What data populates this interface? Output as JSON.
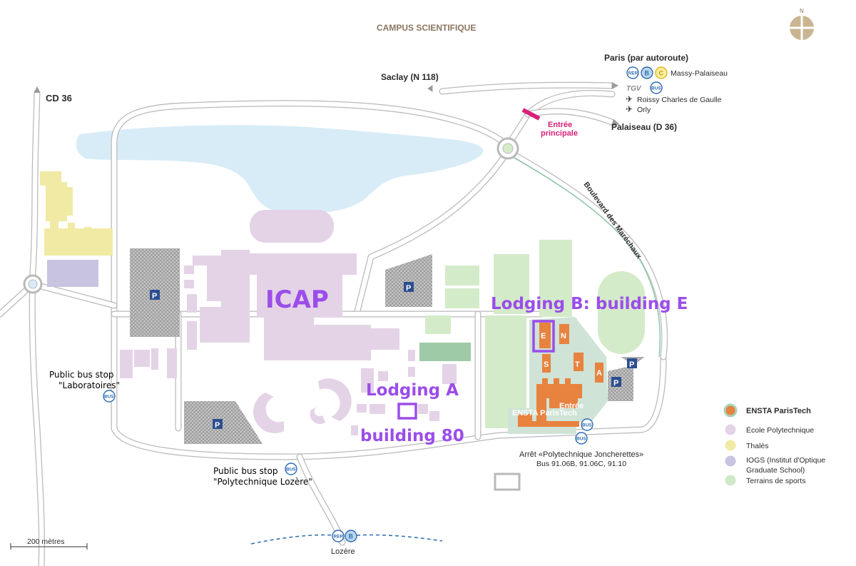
{
  "map": {
    "title": "CAMPUS SCIENTIFIQUE",
    "compass_north": "N",
    "scale_label": "200 mètres",
    "roads": {
      "cd36": "CD 36",
      "saclay": "Saclay (N 118)",
      "paris": "Paris (par autoroute)",
      "palaiseau": "Palaiseau (D 36)",
      "boulevard": "Boulevard des Maréchaux"
    },
    "transit": {
      "rer": "RER",
      "b": "B",
      "c": "C",
      "massy": "Massy-Palaiseau",
      "tgv": "TGV",
      "bus": "BUS",
      "roissy": "Roissy Charles de Gaulle",
      "orly": "Orly"
    },
    "entrances": {
      "main_line1": "Entrée",
      "main_line2": "principale",
      "ensta_entree": "Entrée"
    },
    "places": {
      "icap": "ICAP",
      "lodging_b": "Lodging B: building E",
      "lodging_a_line1": "Lodging A",
      "lodging_a_line2": "building 80",
      "ensta": "ENSTA ParisTech",
      "parking": "P",
      "buildings": [
        "E",
        "N",
        "S",
        "T",
        "A"
      ]
    },
    "bus_stops": {
      "laboratoires_line1": "Public bus stop",
      "laboratoires_line2": "\"Laboratoires\"",
      "lozere_line1": "Public bus stop",
      "lozere_line2": "\"Polytechnique Lozère\"",
      "joncherettes_line1": "Arrêt «Polytechnique Joncherettes»",
      "joncherettes_line2": "Bus 91.06B, 91.06C, 91.10"
    },
    "station": "Lozère",
    "legend": [
      {
        "label": "ENSTA ParisTech",
        "color": "#e8823f",
        "ring": "#a8d3b8"
      },
      {
        "label": "École Polytechnique",
        "color": "#e4d3e6"
      },
      {
        "label": "Thalès",
        "color": "#f1eaa5"
      },
      {
        "label": "IOGS (Institut d'Optique",
        "label2": "Graduate School)",
        "color": "#c7c3e0"
      },
      {
        "label": "Terrains de sports",
        "color": "#cfe8c7"
      }
    ],
    "colors": {
      "polytechnique": "#e4d3e6",
      "ensta": "#e8823f",
      "ensta_ground": "#cfe3d6",
      "sports": "#d4ebc9",
      "thales": "#f1eaa5",
      "iogs": "#c7c3e0",
      "lake": "#d8ecf7",
      "highlight": "#9b4dea",
      "entrance": "#d9207a",
      "bus": "#2e6db2"
    }
  }
}
